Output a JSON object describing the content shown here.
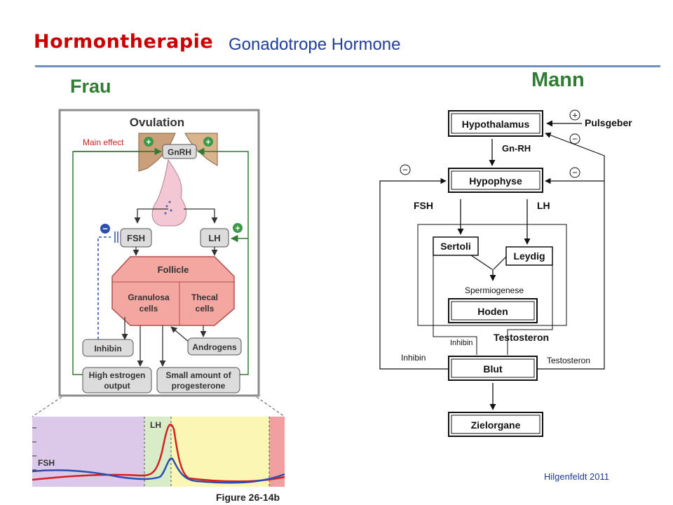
{
  "header": {
    "title": "Hormontherapie",
    "subtitle": "Gonadotrope Hormone"
  },
  "frau": {
    "heading": "Frau",
    "diagram": {
      "title": "Ovulation",
      "main_effect": "Main effect",
      "gnrh": "GnRH",
      "fsh": "FSH",
      "lh": "LH",
      "follicle": "Follicle",
      "granulosa_line1": "Granulosa",
      "granulosa_line2": "cells",
      "thecal_line1": "Thecal",
      "thecal_line2": "cells",
      "inhibin": "Inhibin",
      "androgens": "Androgens",
      "high_estrogen_line1": "High estrogen",
      "high_estrogen_line2": "output",
      "small_progesterone_line1": "Small amount of",
      "small_progesterone_line2": "progesterone",
      "plus_sign": "+",
      "minus_sign": "−"
    },
    "curve": {
      "lh_label": "LH",
      "fsh_label": "FSH",
      "figure_label": "Figure 26-14b",
      "colors": {
        "lh": "#d62020",
        "fsh": "#2b4fb0",
        "follicular": "#dcc8e8",
        "ovulatory": "#d8ecc8",
        "luteal": "#fbf6b4",
        "menses": "#f0a0a0"
      }
    }
  },
  "mann": {
    "heading": "Mann",
    "diagram": {
      "hypothalamus": "Hypothalamus",
      "pulsgeber": "Pulsgeber",
      "gnrh": "Gn-RH",
      "hypophyse": "Hypophyse",
      "fsh": "FSH",
      "lh": "LH",
      "sertoli": "Sertoli",
      "leydig": "Leydig",
      "spermiogenese": "Spermiogenese",
      "hoden": "Hoden",
      "inhibin_small": "Inhibin",
      "testosteron_bold": "Testosteron",
      "inhibin_left": "Inhibin",
      "testosteron_right": "Testosteron",
      "blut": "Blut",
      "zielorgane": "Zielorgane",
      "plus_sign": "+",
      "minus_sign": "−"
    }
  },
  "footer": {
    "credit": "Hilgenfeldt 2011"
  }
}
